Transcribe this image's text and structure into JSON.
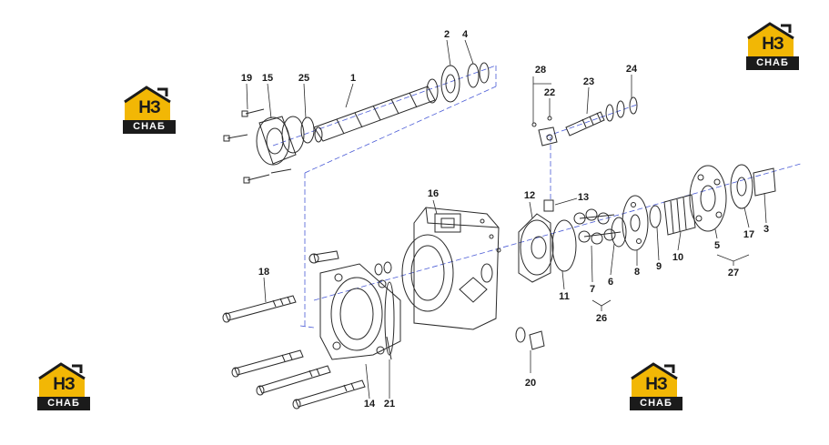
{
  "diagram": {
    "part_numbers": [
      "1",
      "2",
      "3",
      "4",
      "5",
      "6",
      "7",
      "8",
      "9",
      "10",
      "11",
      "12",
      "13",
      "14",
      "15",
      "16",
      "17",
      "18",
      "19",
      "20",
      "21",
      "22",
      "23",
      "24",
      "25",
      "26",
      "27",
      "28"
    ]
  },
  "logos": [
    {
      "mark": "НЗ",
      "plate": "СНАБ"
    },
    {
      "mark": "НЗ",
      "plate": "СНАБ"
    },
    {
      "mark": "НЗ",
      "plate": "СНАБ"
    },
    {
      "mark": "НЗ",
      "plate": "СНАБ"
    }
  ],
  "colors": {
    "logo_yellow": "#f2b705",
    "logo_dark": "#1b1b1b",
    "line": "#2a2a2a",
    "centerline": "#4a5bd6"
  }
}
